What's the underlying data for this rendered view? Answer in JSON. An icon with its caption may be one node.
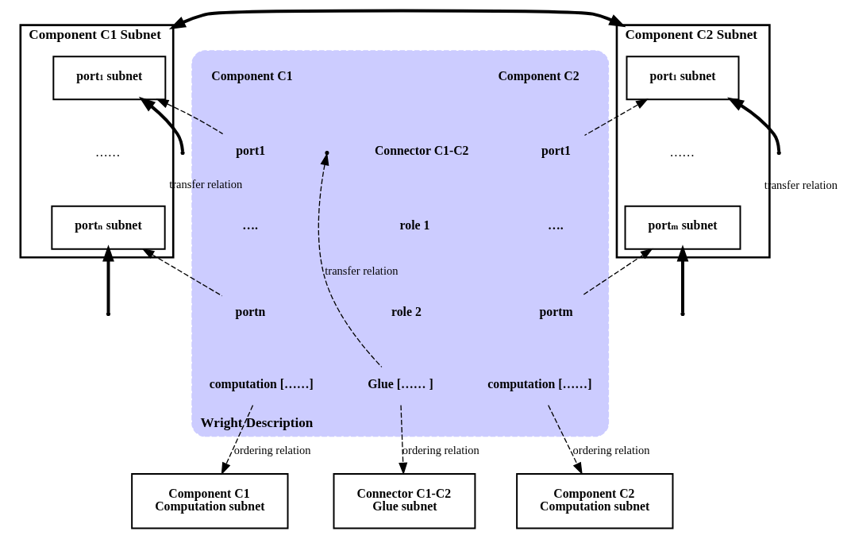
{
  "diagram": {
    "nodes": [
      {
        "text": [
          "Component C1 Subnet"
        ]
      },
      {
        "text": [
          "port$_{1}$ subnet"
        ],
        "in": 0
      },
      {
        "text": [
          "port$_{n}$ subnet"
        ],
        "in": 0
      },
      {
        "text": [
          "Component C2 Subnet"
        ]
      },
      {
        "text": [
          "port$_{1}$ subnet"
        ],
        "in": 3
      },
      {
        "text": [
          "port$_{m}$ subnet"
        ],
        "in": 3
      },
      {
        "text": [
          "Wright Description"
        ]
      },
      {
        "text": [
          "Component C1"
        ],
        "in": 6
      },
      {
        "text": [
          "port1"
        ],
        "in": 6
      },
      {
        "text": [
          "…."
        ],
        "in": 6
      },
      {
        "text": [
          "portn"
        ],
        "in": 6
      },
      {
        "text": [
          "computation [……]"
        ],
        "in": 6
      },
      {
        "text": [
          "Connector C1-C2"
        ],
        "in": 6
      },
      {
        "text": [
          "role 1"
        ],
        "in": 6
      },
      {
        "text": [
          "role 2"
        ],
        "in": 6
      },
      {
        "text": [
          "Glue […… ]"
        ],
        "in": 6
      },
      {
        "text": [
          "Component C2"
        ],
        "in": 6
      },
      {
        "text": [
          "port1"
        ],
        "in": 6
      },
      {
        "text": [
          "…."
        ],
        "in": 6
      },
      {
        "text": [
          "portm"
        ],
        "in": 6
      },
      {
        "text": [
          "computation [……]"
        ],
        "in": 6
      },
      {
        "text": [
          "Component C1",
          "Computation subnet"
        ]
      },
      {
        "text": [
          "Connector C1-C2",
          "Glue subnet"
        ]
      },
      {
        "text": [
          "Component C2",
          "Computation subnet"
        ]
      }
    ],
    "edges": [
      {
        "from": 0,
        "to": 3,
        "arrow": "both",
        "style": "thick"
      },
      {
        "from": 8,
        "to": 1,
        "arrow": "to",
        "style": "dashed"
      },
      {
        "from": 10,
        "to": 2,
        "arrow": "to",
        "style": "dashed"
      },
      {
        "from": null,
        "to": 1,
        "arrow": "to",
        "style": "thick",
        "label": "transfer relation"
      },
      {
        "from": null,
        "to": 2,
        "arrow": "to",
        "style": "thick"
      },
      {
        "from": 15,
        "to": null,
        "arrow": "to",
        "style": "dashed",
        "label": "transfer relation"
      },
      {
        "from": 17,
        "to": 4,
        "arrow": "to",
        "style": "dashed"
      },
      {
        "from": 19,
        "to": 5,
        "arrow": "to",
        "style": "dashed"
      },
      {
        "from": null,
        "to": 4,
        "arrow": "to",
        "style": "thick",
        "label": "transfer relation"
      },
      {
        "from": null,
        "to": 5,
        "arrow": "to",
        "style": "thick"
      },
      {
        "from": 11,
        "to": 21,
        "arrow": "to",
        "style": "dashed",
        "label": "ordering relation"
      },
      {
        "from": 15,
        "to": 22,
        "arrow": "to",
        "style": "dashed",
        "label": "ordering relation"
      },
      {
        "from": 20,
        "to": 23,
        "arrow": "to",
        "style": "dashed",
        "label": "ordering relation"
      }
    ],
    "labels": [
      "……",
      "……"
    ]
  }
}
